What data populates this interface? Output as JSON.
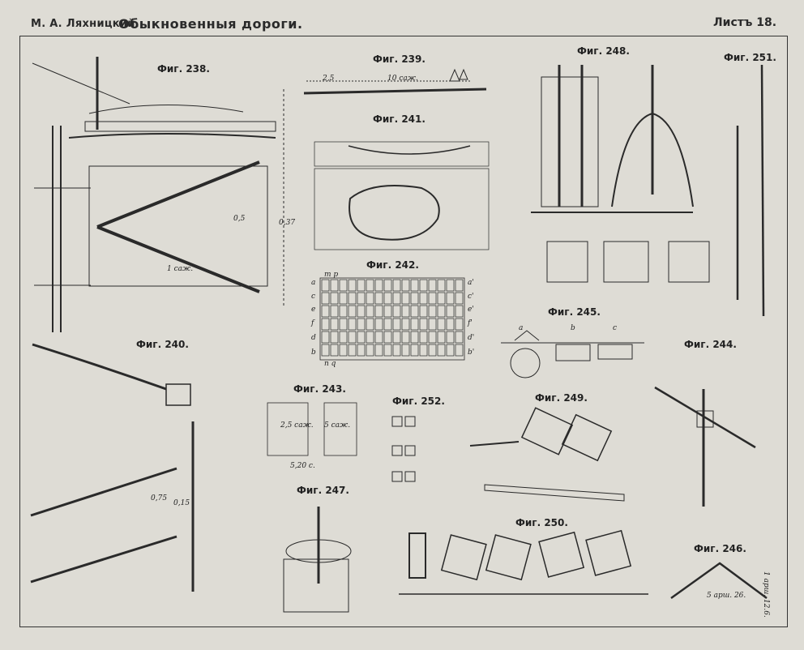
{
  "header": {
    "author": "М. А. Ляхницкий.",
    "title": "Обыкновенныя дороги.",
    "sheet": "Листъ 18."
  },
  "figures": [
    {
      "id": "f238",
      "label": "Фиг. 238."
    },
    {
      "id": "f239",
      "label": "Фиг. 239."
    },
    {
      "id": "f241",
      "label": "Фиг. 241."
    },
    {
      "id": "f242",
      "label": "Фиг. 242."
    },
    {
      "id": "f248",
      "label": "Фиг. 248."
    },
    {
      "id": "f251",
      "label": "Фиг. 251."
    },
    {
      "id": "f245",
      "label": "Фиг. 245."
    },
    {
      "id": "f244",
      "label": "Фиг. 244."
    },
    {
      "id": "f240",
      "label": "Фиг. 240."
    },
    {
      "id": "f243",
      "label": "Фиг. 243."
    },
    {
      "id": "f252",
      "label": "Фиг. 252."
    },
    {
      "id": "f249",
      "label": "Фиг. 249."
    },
    {
      "id": "f247",
      "label": "Фиг. 247."
    },
    {
      "id": "f250",
      "label": "Фиг. 250."
    },
    {
      "id": "f246",
      "label": "Фиг. 246."
    }
  ],
  "annotations": {
    "f239_dim1": "2,5",
    "f239_dim2": "10 саж.",
    "f242_left": [
      "a",
      "c",
      "e",
      "f",
      "d",
      "b"
    ],
    "f242_right": [
      "a'",
      "c'",
      "e'",
      "f'",
      "d'",
      "b'"
    ],
    "f242_top": "m p",
    "f242_bottom": "n q",
    "f245_letters": [
      "a",
      "b",
      "c"
    ],
    "f246_dim": "5 арш. 26.",
    "f246_side": "1 арш. 12.6.",
    "f238_dim": "1 саж.",
    "f238_v1": "0,5",
    "f238_v2": "0,37",
    "f240_v1": "0,75",
    "f240_v2": "0,15",
    "f243_dim1": "2,5 саж.",
    "f243_dim2": "5 саж.",
    "f243_dim3": "5,20 с."
  },
  "colors": {
    "paper": "#dedcd5",
    "ink": "#2a2a2a"
  }
}
